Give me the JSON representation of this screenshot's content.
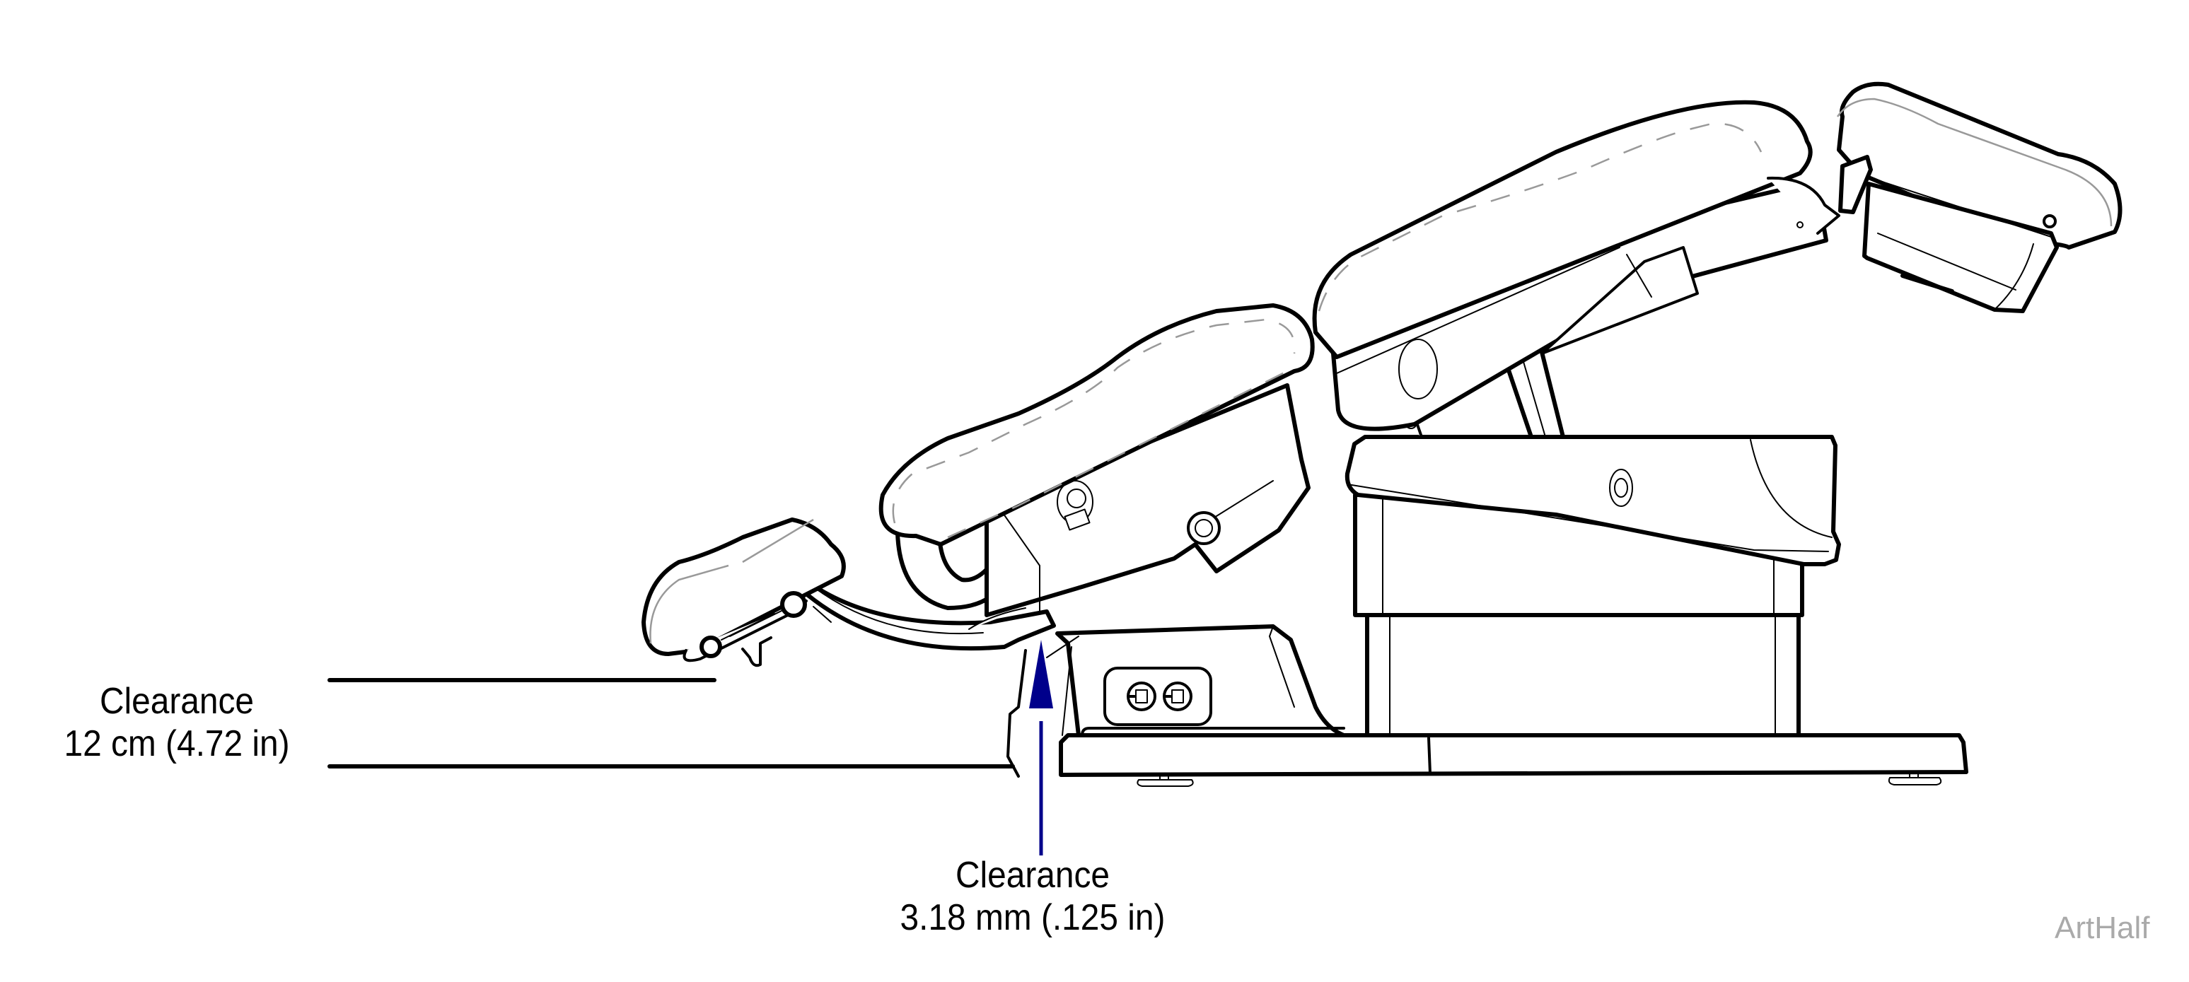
{
  "figure": {
    "subject": "Procedure chair side view (lowered / reclined position) showing clearances",
    "colors": {
      "line_art": "#000000",
      "upholstery_seam": "#999999",
      "arrow": "#00008B",
      "watermark": "#AAAAAA",
      "background": "#FFFFFF"
    }
  },
  "callouts": {
    "leg_clearance": {
      "title": "Clearance",
      "value": "12 cm (4.72 in)"
    },
    "base_clearance": {
      "title": "Clearance",
      "value": "3.18 mm (.125 in)"
    }
  },
  "watermark": "ArtHalf"
}
